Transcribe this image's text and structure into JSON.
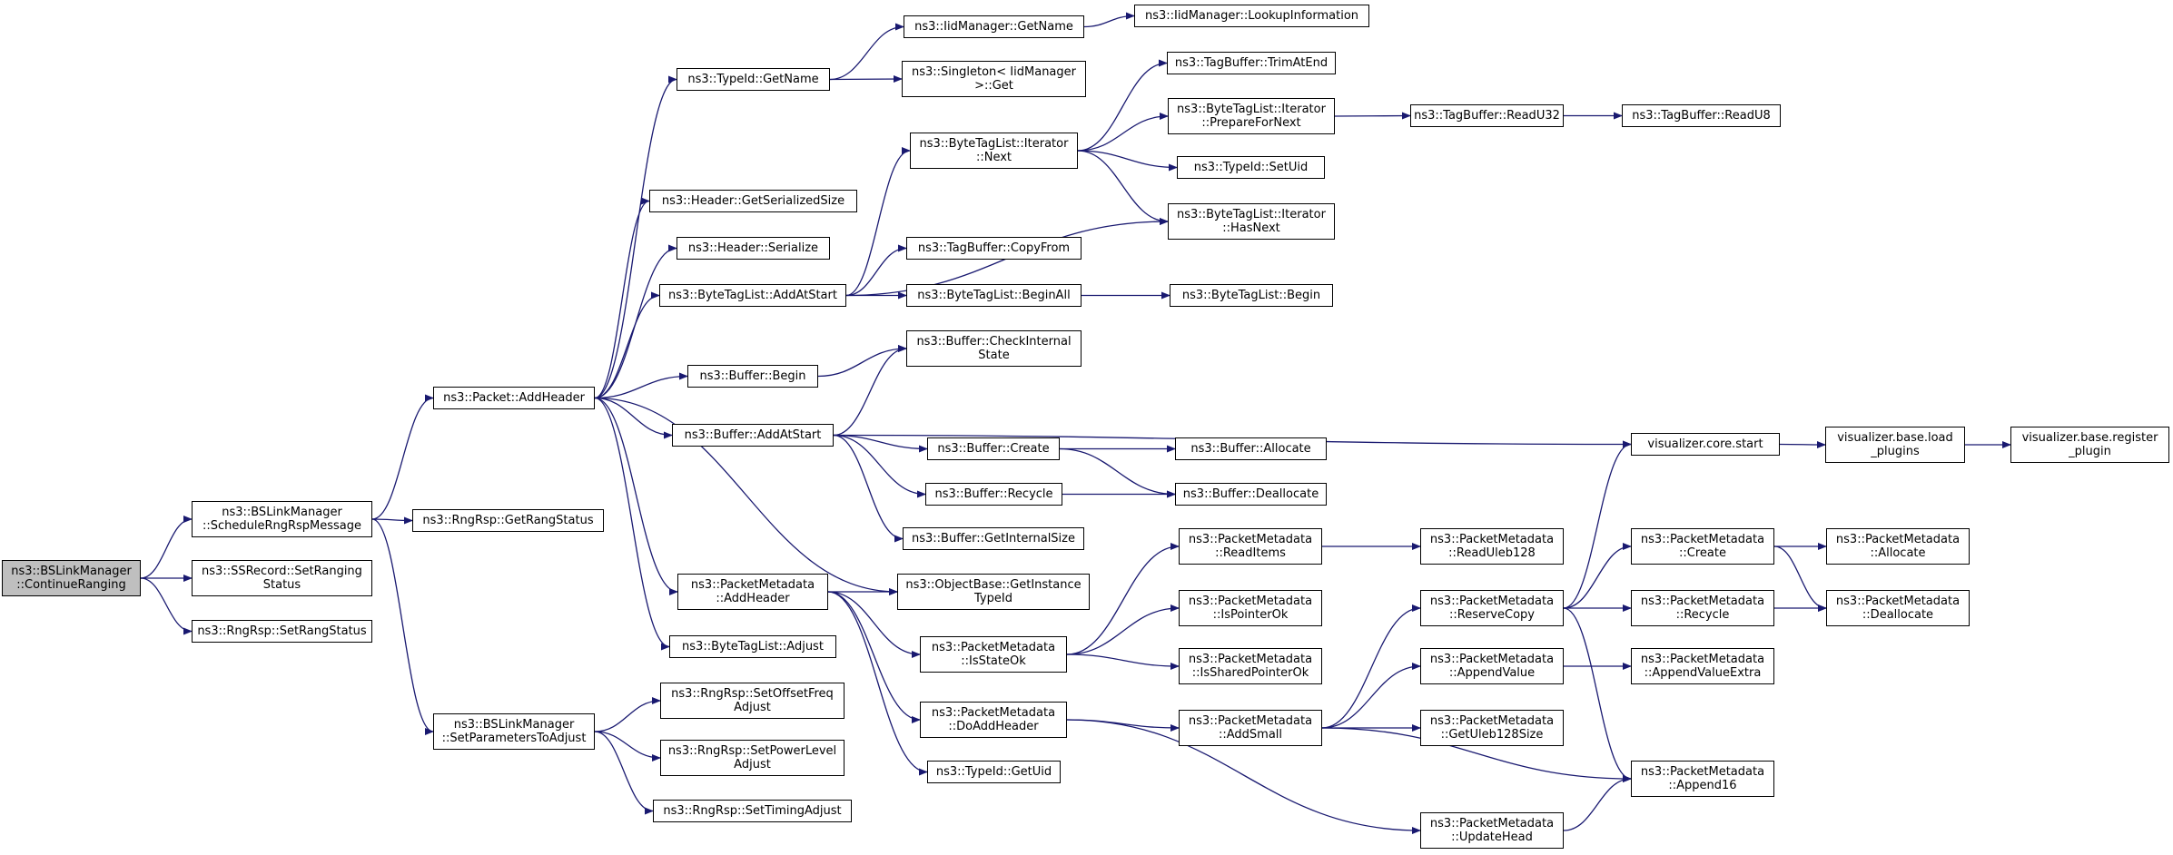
{
  "graph": {
    "edge_color": "#191970",
    "root_fill": "#bfbfbf",
    "nodes": [
      {
        "id": "n0",
        "label": "ns3::BSLinkManager\n::ContinueRanging",
        "root": true
      },
      {
        "id": "n1",
        "label": "ns3::BSLinkManager\n::ScheduleRngRspMessage"
      },
      {
        "id": "n2",
        "label": "ns3::SSRecord::SetRanging\nStatus"
      },
      {
        "id": "n3",
        "label": "ns3::RngRsp::SetRangStatus"
      },
      {
        "id": "n4",
        "label": "ns3::Packet::AddHeader"
      },
      {
        "id": "n5",
        "label": "ns3::RngRsp::GetRangStatus"
      },
      {
        "id": "n6",
        "label": "ns3::BSLinkManager\n::SetParametersToAdjust"
      },
      {
        "id": "n7",
        "label": "ns3::TypeId::GetName"
      },
      {
        "id": "n8",
        "label": "ns3::Header::GetSerializedSize"
      },
      {
        "id": "n9",
        "label": "ns3::Header::Serialize"
      },
      {
        "id": "n10",
        "label": "ns3::ByteTagList::AddAtStart"
      },
      {
        "id": "n11",
        "label": "ns3::Buffer::Begin"
      },
      {
        "id": "n12",
        "label": "ns3::Buffer::AddAtStart"
      },
      {
        "id": "n13",
        "label": "ns3::PacketMetadata\n::AddHeader"
      },
      {
        "id": "n14",
        "label": "ns3::ByteTagList::Adjust"
      },
      {
        "id": "n15",
        "label": "ns3::RngRsp::SetOffsetFreq\nAdjust"
      },
      {
        "id": "n16",
        "label": "ns3::RngRsp::SetPowerLevel\nAdjust"
      },
      {
        "id": "n17",
        "label": "ns3::RngRsp::SetTimingAdjust"
      },
      {
        "id": "n18",
        "label": "ns3::IidManager::GetName"
      },
      {
        "id": "n19",
        "label": "ns3::Singleton< IidManager\n>::Get"
      },
      {
        "id": "n20",
        "label": "ns3::ByteTagList::Iterator\n::Next"
      },
      {
        "id": "n21",
        "label": "ns3::TagBuffer::CopyFrom"
      },
      {
        "id": "n22",
        "label": "ns3::ByteTagList::BeginAll"
      },
      {
        "id": "n23",
        "label": "ns3::Buffer::CheckInternal\nState"
      },
      {
        "id": "n24",
        "label": "ns3::Buffer::Create"
      },
      {
        "id": "n25",
        "label": "ns3::Buffer::Recycle"
      },
      {
        "id": "n26",
        "label": "ns3::Buffer::GetInternalSize"
      },
      {
        "id": "n27",
        "label": "ns3::ObjectBase::GetInstance\nTypeId"
      },
      {
        "id": "n28",
        "label": "ns3::PacketMetadata\n::IsStateOk"
      },
      {
        "id": "n29",
        "label": "ns3::PacketMetadata\n::DoAddHeader"
      },
      {
        "id": "n30",
        "label": "ns3::TypeId::GetUid"
      },
      {
        "id": "n31",
        "label": "ns3::IidManager::LookupInformation"
      },
      {
        "id": "n32",
        "label": "ns3::TagBuffer::TrimAtEnd"
      },
      {
        "id": "n33",
        "label": "ns3::ByteTagList::Iterator\n::PrepareForNext"
      },
      {
        "id": "n34",
        "label": "ns3::TypeId::SetUid"
      },
      {
        "id": "n35",
        "label": "ns3::ByteTagList::Iterator\n::HasNext"
      },
      {
        "id": "n36",
        "label": "ns3::ByteTagList::Begin"
      },
      {
        "id": "n37",
        "label": "ns3::Buffer::Allocate"
      },
      {
        "id": "n38",
        "label": "ns3::Buffer::Deallocate"
      },
      {
        "id": "n39",
        "label": "ns3::PacketMetadata\n::ReadItems"
      },
      {
        "id": "n40",
        "label": "ns3::PacketMetadata\n::IsPointerOk"
      },
      {
        "id": "n41",
        "label": "ns3::PacketMetadata\n::IsSharedPointerOk"
      },
      {
        "id": "n42",
        "label": "ns3::PacketMetadata\n::AddSmall"
      },
      {
        "id": "n43",
        "label": "ns3::TagBuffer::ReadU32"
      },
      {
        "id": "n44",
        "label": "visualizer.core.start"
      },
      {
        "id": "n45",
        "label": "ns3::PacketMetadata\n::ReadUleb128"
      },
      {
        "id": "n46",
        "label": "ns3::PacketMetadata\n::ReserveCopy"
      },
      {
        "id": "n47",
        "label": "ns3::PacketMetadata\n::AppendValue"
      },
      {
        "id": "n48",
        "label": "ns3::PacketMetadata\n::GetUleb128Size"
      },
      {
        "id": "n49",
        "label": "ns3::PacketMetadata\n::UpdateHead"
      },
      {
        "id": "n50",
        "label": "ns3::TagBuffer::ReadU8"
      },
      {
        "id": "n51",
        "label": "visualizer.base.load\n_plugins"
      },
      {
        "id": "n52",
        "label": "ns3::PacketMetadata\n::Create"
      },
      {
        "id": "n53",
        "label": "ns3::PacketMetadata\n::Recycle"
      },
      {
        "id": "n54",
        "label": "ns3::PacketMetadata\n::AppendValueExtra"
      },
      {
        "id": "n55",
        "label": "ns3::PacketMetadata\n::Append16"
      },
      {
        "id": "n56",
        "label": "visualizer.base.register\n_plugin"
      },
      {
        "id": "n57",
        "label": "ns3::PacketMetadata\n::Allocate"
      },
      {
        "id": "n58",
        "label": "ns3::PacketMetadata\n::Deallocate"
      }
    ],
    "edges": [
      [
        "n0",
        "n1"
      ],
      [
        "n0",
        "n2"
      ],
      [
        "n0",
        "n3"
      ],
      [
        "n1",
        "n4"
      ],
      [
        "n1",
        "n5"
      ],
      [
        "n1",
        "n6"
      ],
      [
        "n4",
        "n7"
      ],
      [
        "n4",
        "n8"
      ],
      [
        "n4",
        "n9"
      ],
      [
        "n4",
        "n10"
      ],
      [
        "n4",
        "n11"
      ],
      [
        "n4",
        "n12"
      ],
      [
        "n4",
        "n13"
      ],
      [
        "n4",
        "n14"
      ],
      [
        "n4",
        "n27"
      ],
      [
        "n6",
        "n15"
      ],
      [
        "n6",
        "n16"
      ],
      [
        "n6",
        "n17"
      ],
      [
        "n7",
        "n18"
      ],
      [
        "n7",
        "n19"
      ],
      [
        "n18",
        "n31"
      ],
      [
        "n10",
        "n20"
      ],
      [
        "n10",
        "n21"
      ],
      [
        "n10",
        "n22"
      ],
      [
        "n10",
        "n35"
      ],
      [
        "n20",
        "n32"
      ],
      [
        "n20",
        "n33"
      ],
      [
        "n20",
        "n34"
      ],
      [
        "n20",
        "n35"
      ],
      [
        "n33",
        "n43"
      ],
      [
        "n43",
        "n50"
      ],
      [
        "n22",
        "n36"
      ],
      [
        "n11",
        "n23"
      ],
      [
        "n12",
        "n23"
      ],
      [
        "n12",
        "n24"
      ],
      [
        "n12",
        "n25"
      ],
      [
        "n12",
        "n26"
      ],
      [
        "n12",
        "n44"
      ],
      [
        "n24",
        "n37"
      ],
      [
        "n24",
        "n38"
      ],
      [
        "n25",
        "n38"
      ],
      [
        "n13",
        "n27"
      ],
      [
        "n13",
        "n28"
      ],
      [
        "n13",
        "n29"
      ],
      [
        "n13",
        "n30"
      ],
      [
        "n28",
        "n39"
      ],
      [
        "n28",
        "n40"
      ],
      [
        "n28",
        "n41"
      ],
      [
        "n39",
        "n45"
      ],
      [
        "n29",
        "n42"
      ],
      [
        "n29",
        "n49"
      ],
      [
        "n42",
        "n46"
      ],
      [
        "n42",
        "n47"
      ],
      [
        "n42",
        "n48"
      ],
      [
        "n42",
        "n55"
      ],
      [
        "n46",
        "n44"
      ],
      [
        "n46",
        "n52"
      ],
      [
        "n46",
        "n53"
      ],
      [
        "n46",
        "n55"
      ],
      [
        "n47",
        "n54"
      ],
      [
        "n49",
        "n55"
      ],
      [
        "n44",
        "n51"
      ],
      [
        "n51",
        "n56"
      ],
      [
        "n52",
        "n57"
      ],
      [
        "n52",
        "n58"
      ],
      [
        "n53",
        "n58"
      ]
    ]
  }
}
